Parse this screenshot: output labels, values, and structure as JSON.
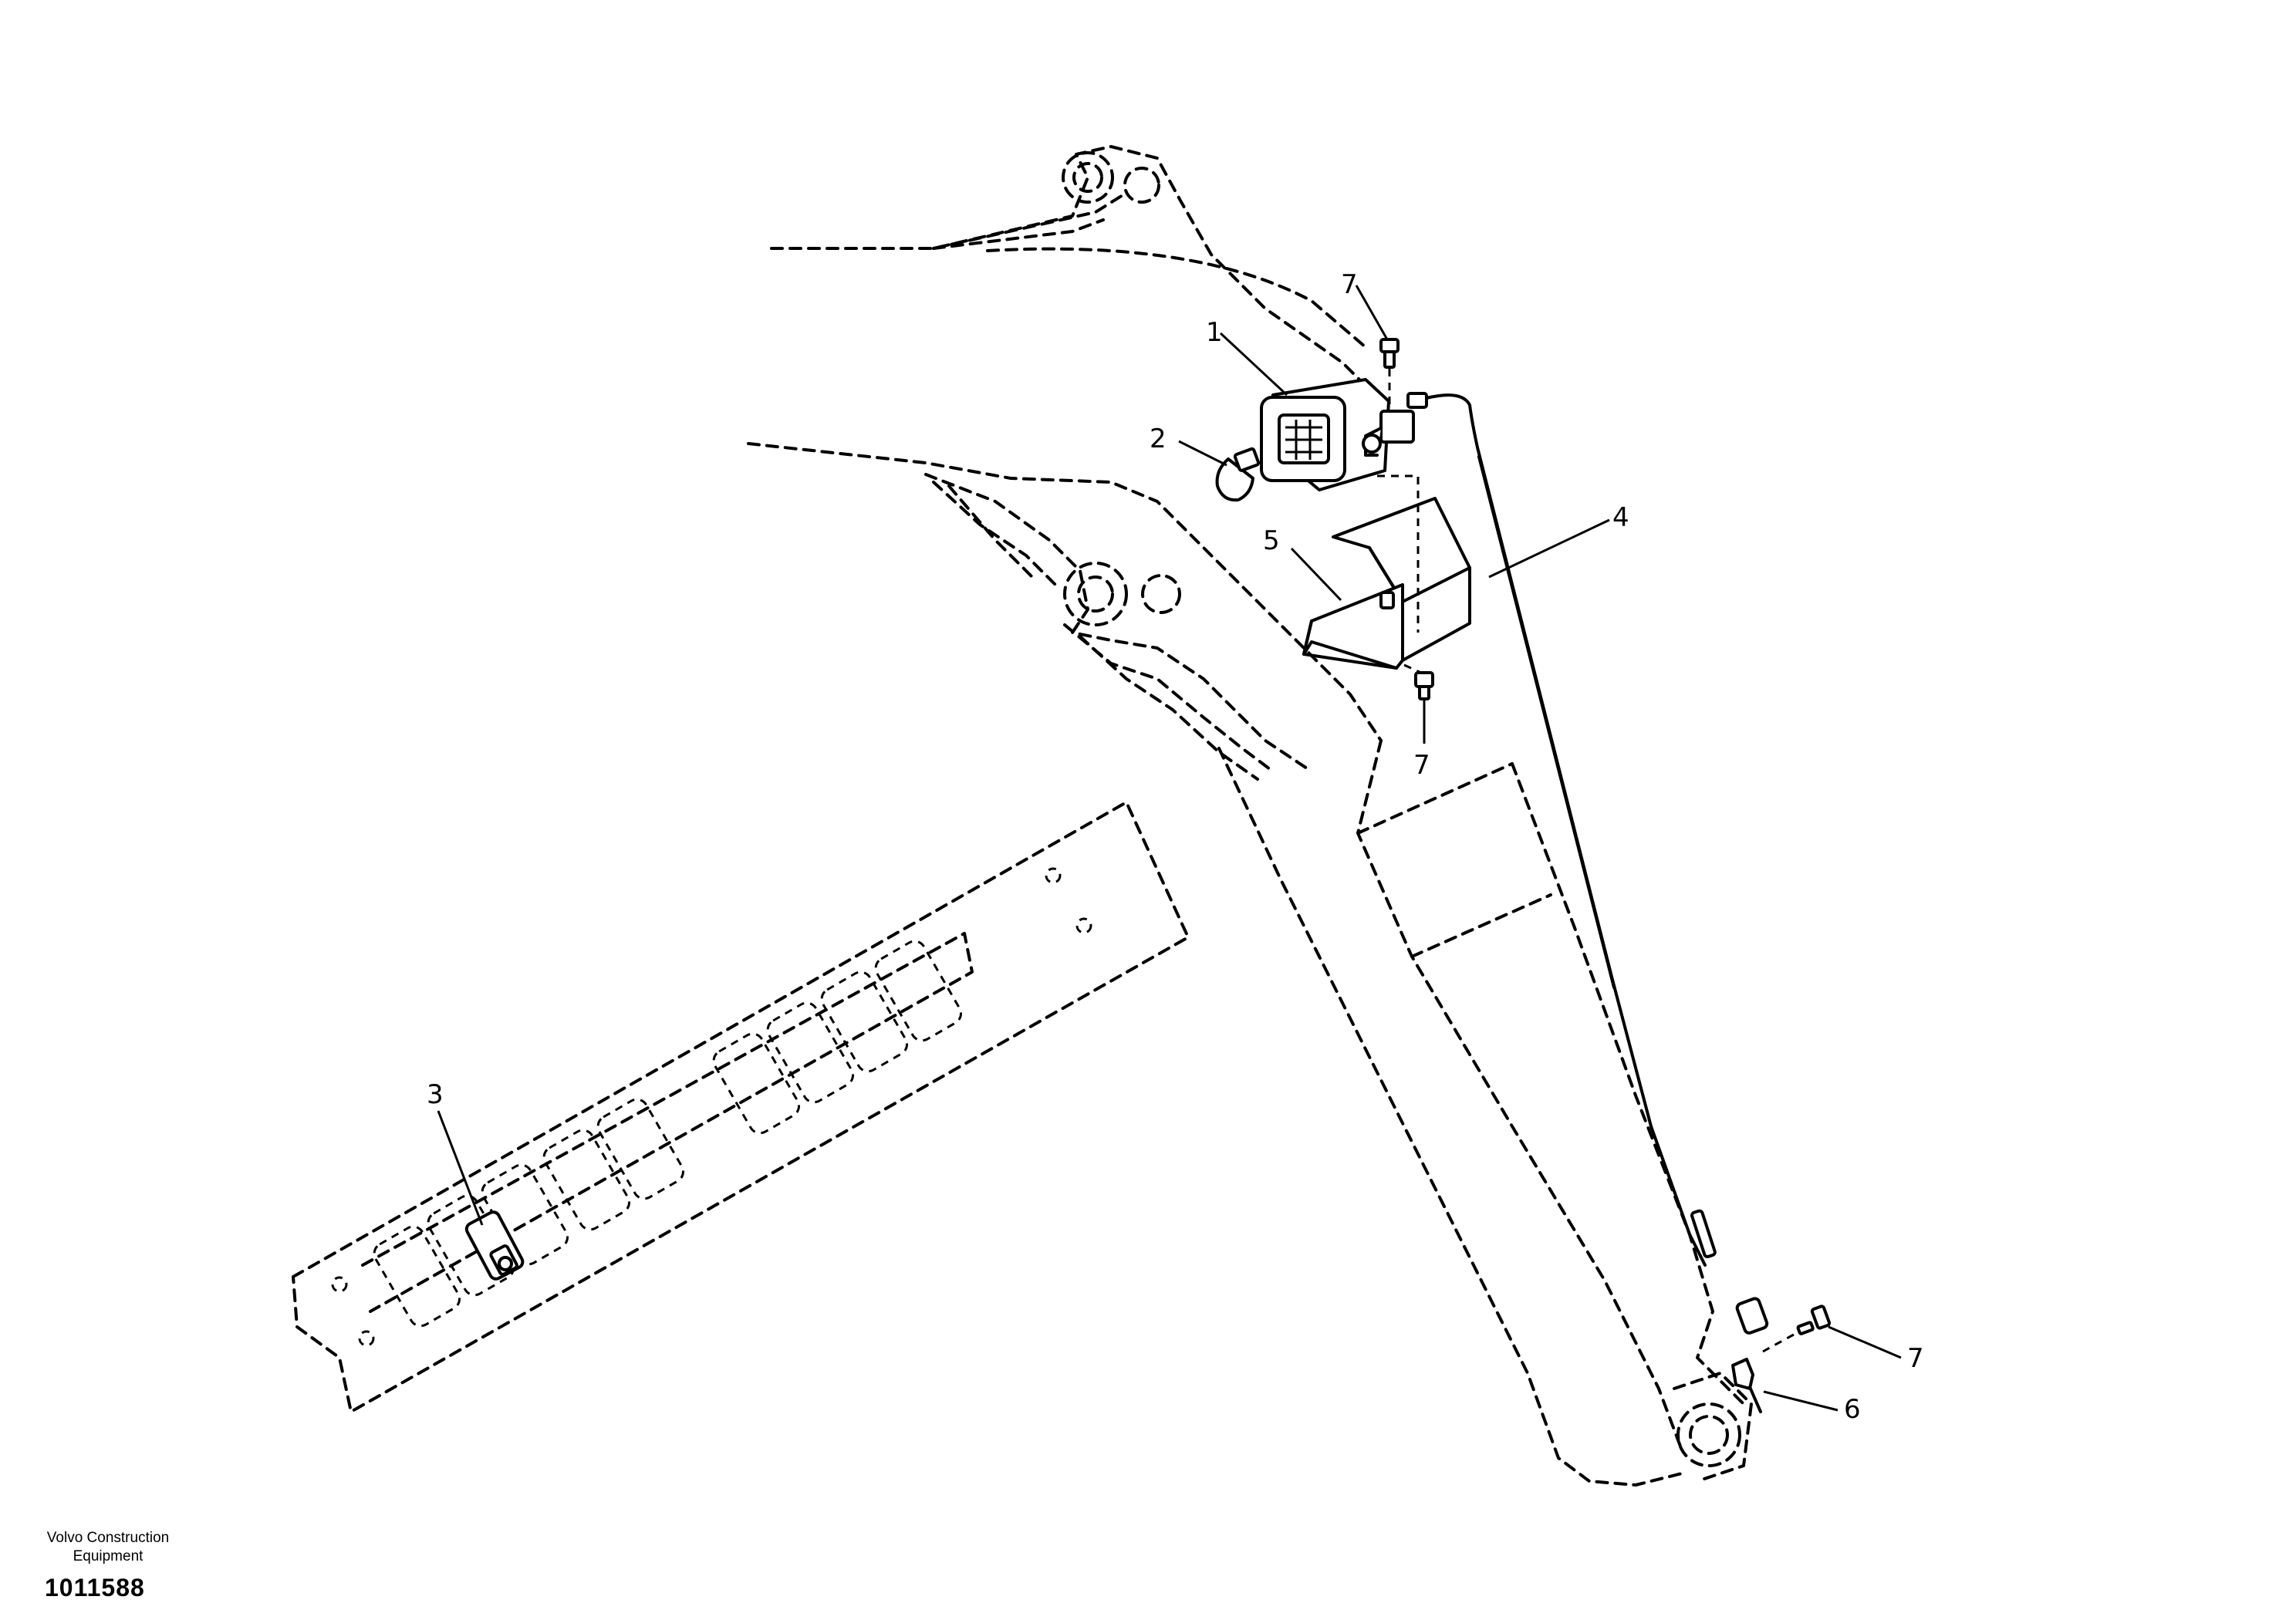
{
  "callouts": [
    {
      "id": "1",
      "label": "1"
    },
    {
      "id": "2",
      "label": "2"
    },
    {
      "id": "3",
      "label": "3"
    },
    {
      "id": "4",
      "label": "4"
    },
    {
      "id": "5",
      "label": "5"
    },
    {
      "id": "6",
      "label": "6"
    },
    {
      "id": "7a",
      "label": "7"
    },
    {
      "id": "7b",
      "label": "7"
    },
    {
      "id": "7c",
      "label": "7"
    }
  ],
  "footer": {
    "brand_line1": "Volvo Construction",
    "brand_line2": "Equipment",
    "document_number": "1011588"
  }
}
